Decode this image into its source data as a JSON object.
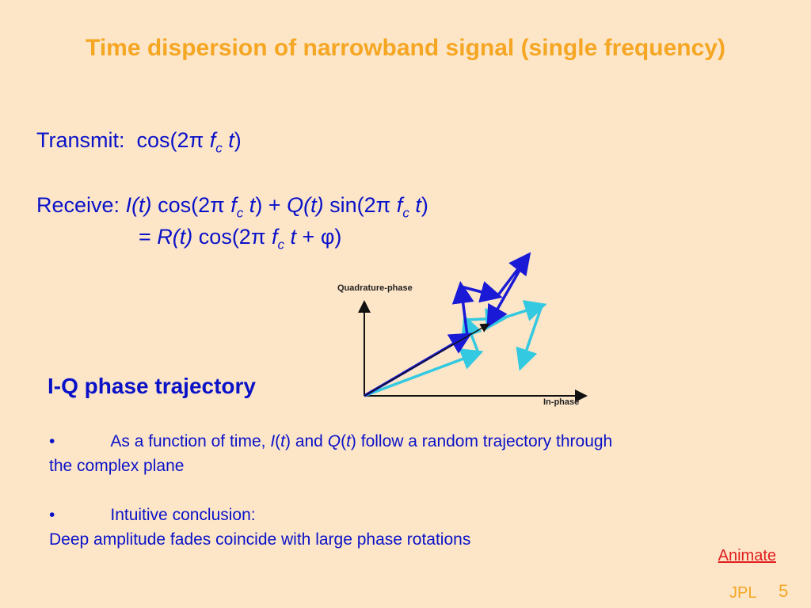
{
  "title": "Time dispersion of narrowband signal (single frequency)",
  "transmit": {
    "label": "Transmit:",
    "expr_open": "cos(2",
    "pi": "π",
    "f": "f",
    "sub_c": "c",
    "t": "t",
    "close": ")"
  },
  "receive": {
    "label": "Receive:",
    "I": "I(t)",
    "cos_open": "cos(2",
    "pi": "π",
    "f": "f",
    "sub_c": "c",
    "t": "t",
    "close_plus": ") +",
    "Q": "Q(t)",
    "sin_open": "sin(2",
    "close": ")"
  },
  "equal": {
    "eq": "=",
    "R": "R(t)",
    "cos_open": "cos(2",
    "pi": "π",
    "f": "f",
    "sub_c": "c",
    "t": "t",
    "plus": "+",
    "phi": "φ",
    "close": ")"
  },
  "diagram": {
    "y_axis_label": "Quadrature-phase",
    "x_axis_label": "In-phase",
    "colors": {
      "blue": "#1a1ad6",
      "cyan": "#33c9e0",
      "axis": "#111111"
    }
  },
  "iq_heading": "I-Q phase trajectory",
  "bullets": [
    {
      "marker": "•",
      "pre": "As a function of time,",
      "I": "I",
      "t1": "t",
      "mid": "and",
      "Q": "Q",
      "t2": "t",
      "post": "follow a random trajectory through",
      "cont": "the complex plane"
    },
    {
      "marker": "•",
      "text": "Intuitive conclusion:",
      "cont": "Deep amplitude fades coincide with large phase rotations"
    }
  ],
  "animate_link": "Animate",
  "footer": {
    "org": "JPL",
    "page": "5"
  }
}
